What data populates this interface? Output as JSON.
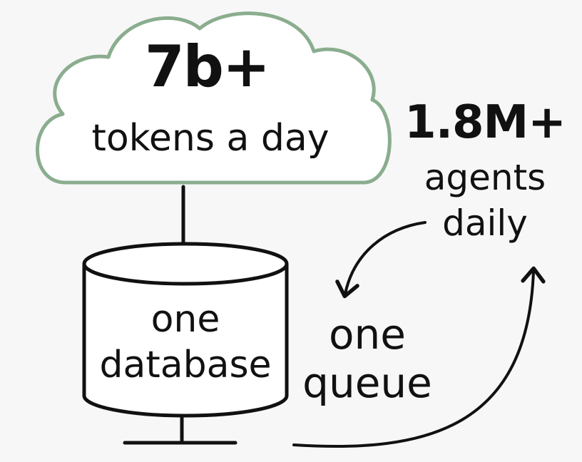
{
  "cloud": {
    "headline": "7b+",
    "caption": "tokens a day",
    "outline_color": "#8aad8e"
  },
  "agents": {
    "headline": "1.8M+",
    "line1": "agents",
    "line2": "daily"
  },
  "database": {
    "line1": "one",
    "line2": "database"
  },
  "queue": {
    "line1": "one",
    "line2": "queue"
  },
  "colors": {
    "background": "#f7f7f7",
    "ink": "#111111"
  }
}
